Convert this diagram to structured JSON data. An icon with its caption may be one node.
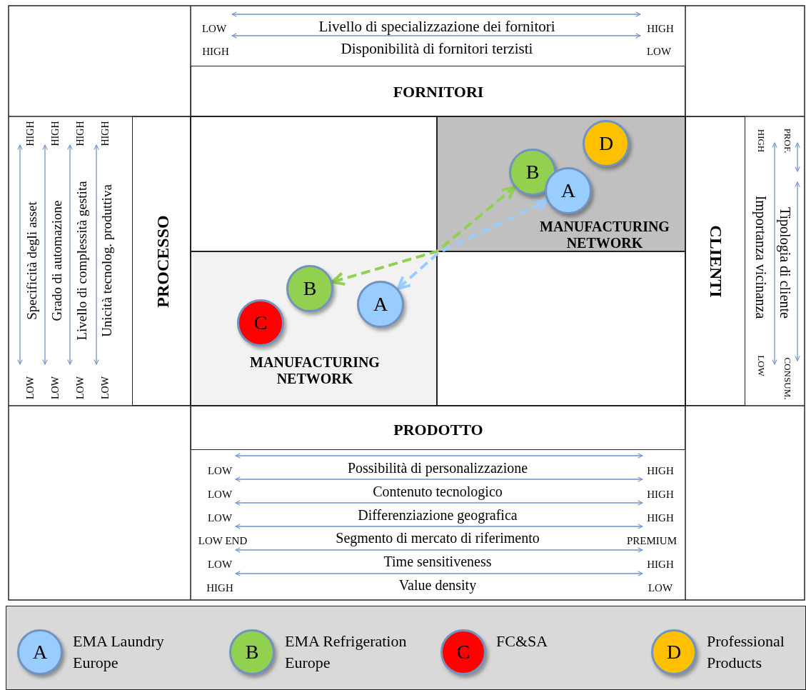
{
  "diagram": {
    "nodes": [
      {
        "text": [
          "LOW",
          "Livello di specializzazione dei fornitori",
          "HIGH",
          "HIGH",
          "Disponibilità di fornitori terzisti",
          "LOW"
        ]
      },
      {
        "text": [
          "FORNITORI"
        ]
      },
      {
        "text": [
          "LOW",
          "Specificità degli asset",
          "HIGH",
          "LOW",
          "Grado di automazione",
          "HIGH",
          "LOW",
          "Livello di complessità gestita",
          "HIGH",
          "LOW",
          "Unicità tecnolog. produttiva",
          "HIGH"
        ]
      },
      {
        "text": [
          "PROCESSO"
        ]
      },
      {
        "text": [],
        "shape": "box"
      },
      {
        "text": [
          "MANUFACTURING NETWORK"
        ]
      },
      {
        "text": [
          "MANUFACTURING NETWORK"
        ]
      },
      {
        "text": [],
        "shape": "box"
      },
      {
        "text": [
          "CLIENTI"
        ]
      },
      {
        "text": [
          "PROF.",
          "Tipologia di cliente",
          "CONSUM.",
          "HIGH",
          "Importanza vicinanza",
          "LOW"
        ]
      },
      {
        "text": [
          "PRODOTTO"
        ]
      },
      {
        "text": [
          "LOW",
          "Possibilità di personalizzazione",
          "HIGH",
          "LOW",
          "Contenuto tecnologico",
          "HIGH",
          "LOW",
          "Differenziazione geografica",
          "HIGH",
          "LOW END",
          "Segmento di mercato di riferimento",
          "PREMIUM",
          "LOW",
          "Time sensitiveness",
          "HIGH",
          "HIGH",
          "Value density",
          "LOW"
        ]
      },
      {
        "text": [
          "D"
        ],
        "in": 5
      },
      {
        "text": [
          "B"
        ],
        "in": 5
      },
      {
        "text": [
          "A"
        ],
        "in": 5
      },
      {
        "text": [
          "B"
        ],
        "in": 6
      },
      {
        "text": [
          "A"
        ],
        "in": 6
      },
      {
        "text": [
          "C"
        ],
        "in": 6
      },
      {
        "text": [],
        "shape": "box"
      },
      {
        "text": [
          "A"
        ],
        "in": 18,
        "beside": [
          "EMA Laundry Europe"
        ]
      },
      {
        "text": [
          "B"
        ],
        "in": 18,
        "beside": [
          "EMA Refrigeration Europe"
        ]
      },
      {
        "text": [
          "C"
        ],
        "in": 18,
        "beside": [
          "FC&SA"
        ]
      },
      {
        "text": [
          "D"
        ],
        "in": 18,
        "beside": [
          "Professional Products"
        ]
      }
    ],
    "edges": [
      {
        "from": 15,
        "to": 13,
        "arrow": "both",
        "style": "dashed",
        "color": "#92d050"
      },
      {
        "from": 16,
        "to": 14,
        "arrow": "both",
        "style": "dashed",
        "color": "#99ccff"
      }
    ]
  }
}
